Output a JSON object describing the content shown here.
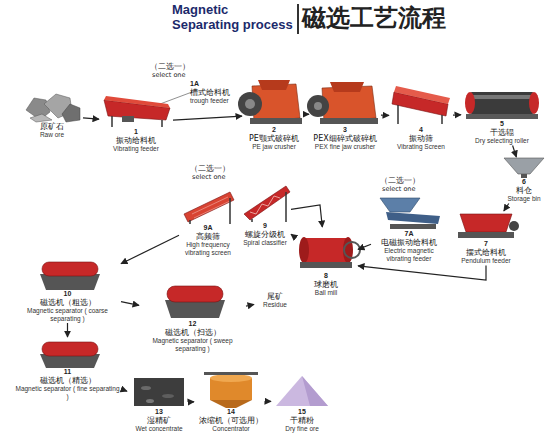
{
  "diagram": {
    "title": "Magnetic Separating process",
    "nodes": [
      {
        "text": [
          "原矿石",
          "Raw ore"
        ]
      },
      {
        "text": [
          "1",
          "振动给料机",
          "Vibrating feeder"
        ]
      },
      {
        "text": [
          "1A",
          "槽式给料机",
          "trough feeder"
        ]
      },
      {
        "text": [
          "2",
          "PE颚式破碎机",
          "PE jaw crusher"
        ]
      },
      {
        "text": [
          "3",
          "PEX细碎式破碎机",
          "PEX fine jaw crusher"
        ]
      },
      {
        "text": [
          "4",
          "振动筛",
          "Vibrating Screen"
        ]
      },
      {
        "text": [
          "5",
          "干选辊",
          "Dry selecting roller"
        ]
      },
      {
        "text": [
          "6",
          "料仓",
          "Storage bin"
        ]
      },
      {
        "text": [
          "7",
          "摆式给料机",
          "Pendulum feeder"
        ]
      },
      {
        "text": [
          "7A",
          "电磁振动给料机",
          "Electric magnetic vibrating feeder"
        ]
      },
      {
        "text": [
          "8",
          "球磨机",
          "Ball mill"
        ]
      },
      {
        "text": [
          "9",
          "螺旋分级机",
          "Spiral classifier"
        ]
      },
      {
        "text": [
          "9A",
          "高频筛",
          "High frequency vibrating screen"
        ]
      },
      {
        "text": [
          "10",
          "磁选机（粗选）",
          "Magnetic separator ( coarse separating )"
        ]
      },
      {
        "text": [
          "11",
          "磁选机（精选）",
          "Magnetic separator ( fine separating )"
        ]
      },
      {
        "text": [
          "12",
          "磁选机（扫选）",
          "Magnetic separator ( sweep separating )"
        ]
      },
      {
        "text": [
          "尾矿",
          "Residue"
        ]
      },
      {
        "text": [
          "13",
          "湿精矿",
          "Wet concentrate"
        ]
      },
      {
        "text": [
          "14",
          "浓缩机（可选用）",
          "Concentrator"
        ]
      },
      {
        "text": [
          "15",
          "干精粉",
          "Dry fine ore"
        ]
      }
    ],
    "edges": [
      {
        "from": 0,
        "to": 1,
        "arrow": "to"
      },
      {
        "from": 1,
        "to": 3,
        "arrow": "to"
      },
      {
        "from": 3,
        "to": 4,
        "arrow": "to"
      },
      {
        "from": 4,
        "to": 5,
        "arrow": "to"
      },
      {
        "from": 5,
        "to": 6,
        "arrow": "to"
      },
      {
        "from": 6,
        "to": 7,
        "arrow": "to"
      },
      {
        "from": 7,
        "to": 8,
        "arrow": "to"
      },
      {
        "from": 8,
        "to": 10,
        "arrow": "to"
      },
      {
        "from": 9,
        "to": 10,
        "arrow": "to"
      },
      {
        "from": 10,
        "to": 11,
        "arrow": "to"
      },
      {
        "from": 11,
        "to": 10,
        "arrow": "to"
      },
      {
        "from": 12,
        "to": 13,
        "arrow": "to"
      },
      {
        "from": 13,
        "to": 14,
        "arrow": "to"
      },
      {
        "from": 13,
        "to": 15,
        "arrow": "to"
      },
      {
        "from": 15,
        "to": 16,
        "arrow": "to"
      },
      {
        "from": 14,
        "to": 17,
        "arrow": "to"
      },
      {
        "from": 17,
        "to": 18,
        "arrow": "to"
      },
      {
        "from": 18,
        "to": 19,
        "arrow": "to"
      }
    ],
    "labels": [
      "磁选工艺流程",
      "（二选一）",
      "select one",
      "（二选一）",
      "select one",
      "（二选一）",
      "select one"
    ]
  }
}
